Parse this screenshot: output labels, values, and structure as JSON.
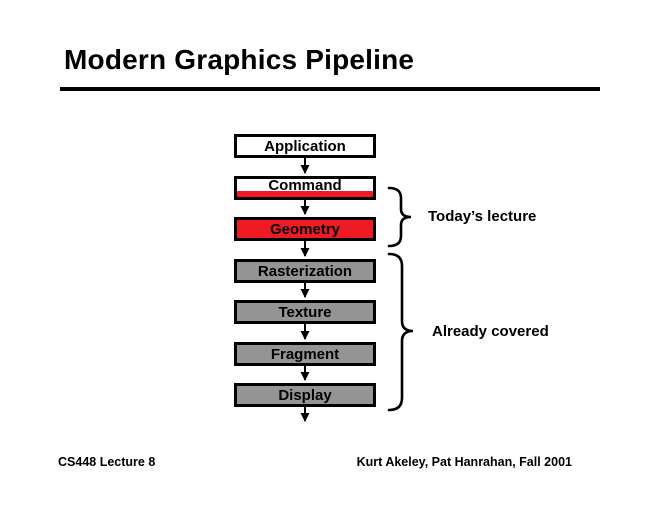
{
  "slide": {
    "title": "Modern Graphics Pipeline",
    "footer_left": "CS448 Lecture 8",
    "footer_right": "Kurt Akeley, Pat Hanrahan, Fall 2001"
  },
  "pipeline": {
    "stages": [
      {
        "label": "Application",
        "fill": "white"
      },
      {
        "label": "Command",
        "fill": "white-with-red-bottom-stripe"
      },
      {
        "label": "Geometry",
        "fill": "red"
      },
      {
        "label": "Rasterization",
        "fill": "gray"
      },
      {
        "label": "Texture",
        "fill": "gray"
      },
      {
        "label": "Fragment",
        "fill": "gray"
      },
      {
        "label": "Display",
        "fill": "gray"
      }
    ],
    "flow": "top-to-bottom-arrows"
  },
  "annotations": [
    {
      "label": "Today’s lecture",
      "covers": [
        "Command",
        "Geometry"
      ]
    },
    {
      "label": "Already covered",
      "covers": [
        "Rasterization",
        "Texture",
        "Fragment",
        "Display"
      ]
    }
  ],
  "colors": {
    "accent_red": "#EE1B24",
    "stage_gray": "#949494",
    "line_black": "#000000",
    "background": "#FFFFFF"
  }
}
